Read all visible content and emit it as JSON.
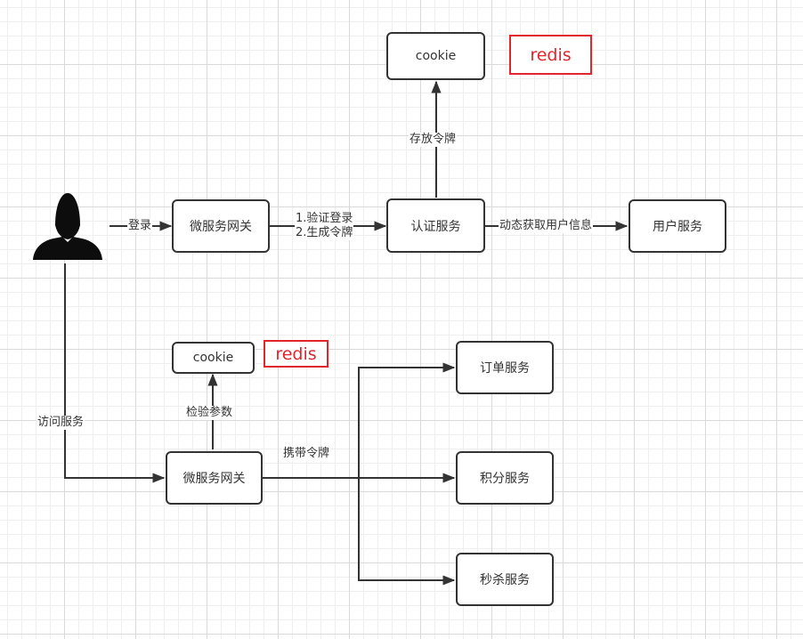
{
  "user_icon": "user-silhouette-icon",
  "colors": {
    "node_border": "#333333",
    "redis": "#e0262c",
    "edge": "#333333"
  },
  "nodes": {
    "cookie_top": "cookie",
    "redis_top": "redis",
    "gateway_top": "微服务网关",
    "auth": "认证服务",
    "user_service": "用户服务",
    "cookie_bottom": "cookie",
    "redis_bottom": "redis",
    "gateway_bottom": "微服务网关",
    "order": "订单服务",
    "points": "积分服务",
    "seckill": "秒杀服务"
  },
  "labels": {
    "login": "登录",
    "verify_login": "1.验证登录",
    "generate_token": "2.生成令牌",
    "store_token": "存放令牌",
    "fetch_user_info": "动态获取用户信息",
    "access_service": "访问服务",
    "check_params": "检验参数",
    "carry_token": "携带令牌"
  }
}
